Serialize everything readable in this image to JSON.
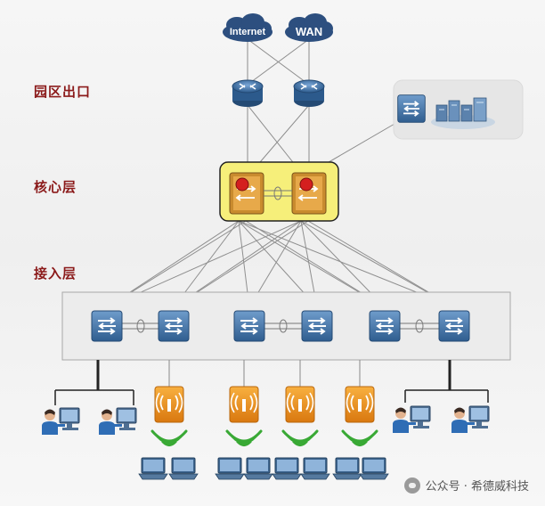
{
  "layers": {
    "egress": "园区出口",
    "core": "核心层",
    "access": "接入层"
  },
  "clouds": {
    "internet": "Internet",
    "wan": "WAN"
  },
  "watermark": "公众号 · 希德威科技",
  "colors": {
    "label": "#8b1a1a",
    "core_highlight": "#f6ef7a",
    "cloud": "#2d4f7f",
    "device": "#3d6d9e",
    "ap": "#e8891c",
    "wifi": "#39a935"
  }
}
